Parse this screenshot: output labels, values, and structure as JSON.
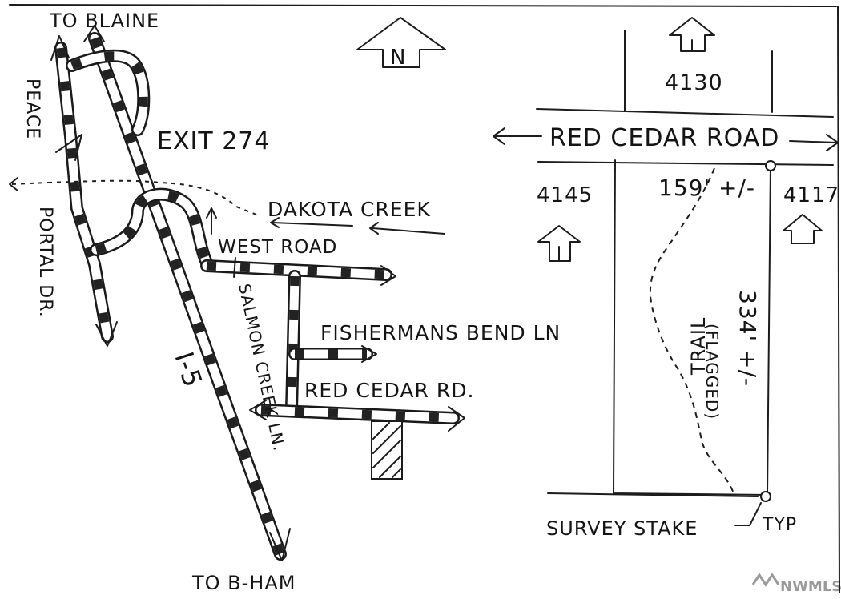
{
  "labels": {
    "to_blaine": "TO BLAINE",
    "peace": "PEACE",
    "exit": "EXIT 274",
    "portal": "PORTAL DR.",
    "dakota_creek": "DAKOTA CREEK",
    "west_road": "WEST ROAD",
    "salmon_creek": "SALMON CREEK LN.",
    "fishermans_bend": "FISHERMANS BEND LN",
    "red_cedar_rd": "RED CEDAR RD.",
    "i5": "I-5",
    "to_bham": "TO B-HAM",
    "north": "N",
    "lot_4130": "4130",
    "red_cedar_road": "RED CEDAR ROAD",
    "lot_4145": "4145",
    "lot_4117": "4117",
    "frontage": "159' +/-",
    "trail": "TRAIL",
    "flagged": "(FLAGGED)",
    "depth": "334' +/-",
    "survey_stake": "SURVEY STAKE",
    "typ": "TYP",
    "watermark": "NWMLS"
  }
}
